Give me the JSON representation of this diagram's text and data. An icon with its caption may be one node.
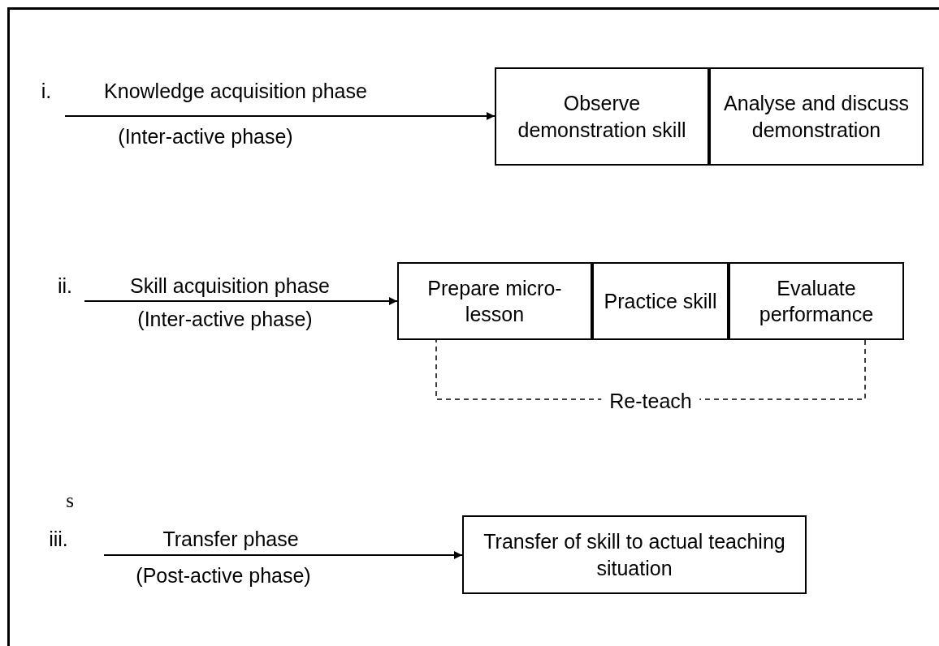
{
  "diagram": {
    "nodes": [
      {
        "text": [
          "Observe demonstration skill"
        ]
      },
      {
        "text": [
          "Analyse and discuss demonstration"
        ]
      },
      {
        "text": [
          "Prepare micro-lesson"
        ]
      },
      {
        "text": [
          "Practice skill"
        ]
      },
      {
        "text": [
          "Evaluate performance"
        ]
      },
      {
        "text": [
          "Transfer of skill to actual teaching situation"
        ]
      }
    ],
    "edges": [
      {
        "from": null,
        "to": 0,
        "arrow": "to",
        "label": "Knowledge acquisition phase"
      },
      {
        "from": null,
        "to": 2,
        "arrow": "to",
        "label": "Skill acquisition phase"
      },
      {
        "from": 4,
        "to": 2,
        "arrow": "none",
        "style": "dashed",
        "label": "Re-teach"
      },
      {
        "from": null,
        "to": 5,
        "arrow": "to",
        "label": "Transfer phase"
      }
    ],
    "labels": [
      "i.",
      "(Inter-active phase)",
      "ii.",
      "(Inter-active phase)",
      "s",
      "iii.",
      "(Post-active phase)"
    ]
  }
}
